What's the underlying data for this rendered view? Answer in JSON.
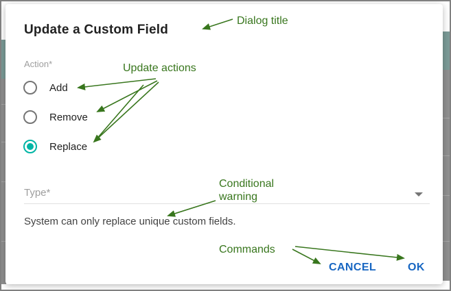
{
  "dialog": {
    "title": "Update a Custom Field",
    "action_group": {
      "label": "Action*",
      "options": [
        {
          "label": "Add",
          "selected": false
        },
        {
          "label": "Remove",
          "selected": false
        },
        {
          "label": "Replace",
          "selected": true
        }
      ]
    },
    "type_field": {
      "label": "Type*",
      "value": ""
    },
    "warning": "System can only replace unique custom fields.",
    "buttons": {
      "cancel": "CANCEL",
      "ok": "OK"
    }
  },
  "annotations": {
    "dialog_title": "Dialog title",
    "update_actions": "Update actions",
    "conditional_warning": "Conditional warning",
    "commands": "Commands"
  },
  "colors": {
    "annotation_green": "#38761d",
    "radio_selected_teal": "#00b5a5",
    "radio_halo_teal": "#c8f0ea",
    "button_blue": "#1766c2",
    "label_gray": "#9e9e9e",
    "text_dark": "#212121",
    "backdrop_gray": "#909090",
    "backdrop_teal": "#7b9b97"
  }
}
